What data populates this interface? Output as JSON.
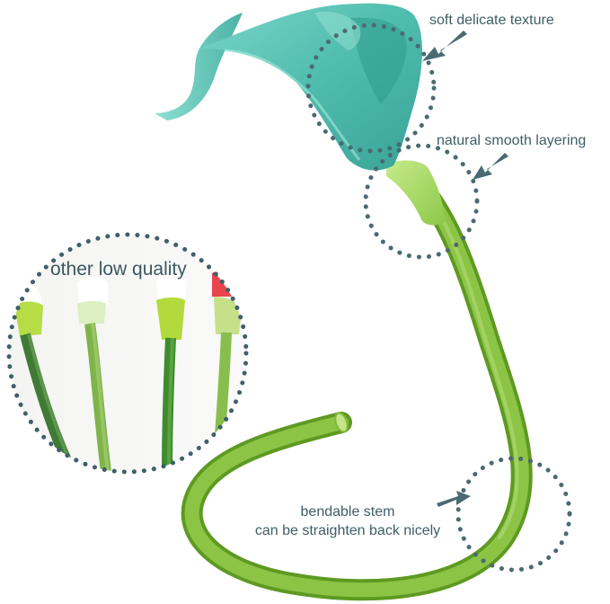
{
  "labels": {
    "texture": "soft delicate texture",
    "layering": "natural smooth layering",
    "bendable_line1": "bendable stem",
    "bendable_line2": "can be straighten back nicely",
    "low_quality": "other low quality"
  },
  "colors": {
    "annotation": "#3d5e66",
    "dotted_circle": "#4a6a72",
    "petal": "#5fc4b6",
    "stem": "#7cb83a"
  }
}
